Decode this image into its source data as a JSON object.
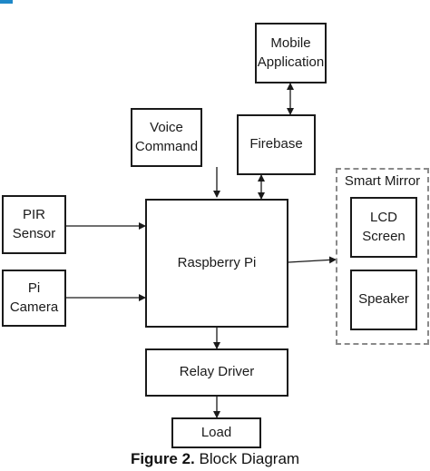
{
  "diagram": {
    "nodes": {
      "mobile_app": "Mobile\nApplication",
      "voice_command": "Voice\nCommand",
      "firebase": "Firebase",
      "pir_sensor": "PIR\nSensor",
      "pi_camera": "Pi Camera",
      "raspberry_pi": "Raspberry Pi",
      "lcd_screen": "LCD\nScreen",
      "speaker": "Speaker",
      "relay_driver": "Relay Driver",
      "load": "Load"
    },
    "group_label": "Smart Mirror",
    "edges": [
      {
        "from": "mobile_app",
        "to": "firebase",
        "direction": "both"
      },
      {
        "from": "voice_command",
        "to": "raspberry_pi",
        "direction": "forward"
      },
      {
        "from": "firebase",
        "to": "raspberry_pi",
        "direction": "both"
      },
      {
        "from": "pir_sensor",
        "to": "raspberry_pi",
        "direction": "forward"
      },
      {
        "from": "pi_camera",
        "to": "raspberry_pi",
        "direction": "forward"
      },
      {
        "from": "raspberry_pi",
        "to": "smart_mirror",
        "direction": "forward"
      },
      {
        "from": "raspberry_pi",
        "to": "relay_driver",
        "direction": "forward"
      },
      {
        "from": "relay_driver",
        "to": "load",
        "direction": "forward"
      }
    ]
  },
  "caption": {
    "label": "Figure 2.",
    "text": " Block Diagram"
  },
  "colors": {
    "stroke": "#1a1a1a",
    "group_border": "#8a8a8a",
    "accent": "#1e88c8"
  }
}
